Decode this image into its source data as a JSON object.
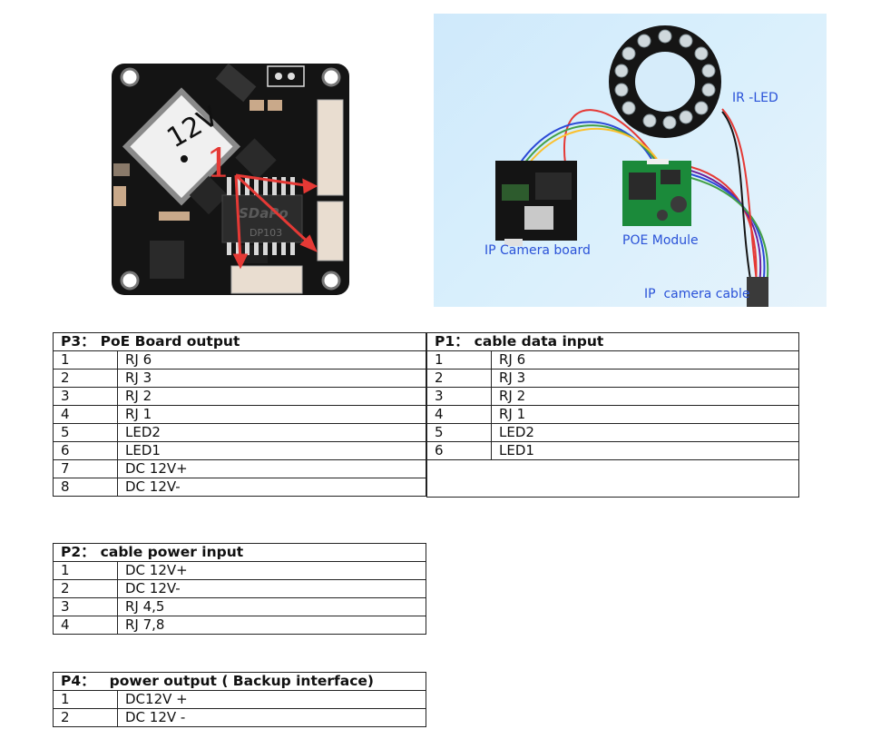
{
  "figures": {
    "pcb_photo": {
      "silkscreen_label": "12V",
      "annotation_marker": "1",
      "chip_brand": "SDaPo",
      "chip_model": "DP103",
      "annotation_color": "#e53935"
    },
    "assembly_photo": {
      "labels": {
        "ir_led": "IR -LED",
        "camera_board": "IP Camera board",
        "poe_module": "POE Module",
        "camera_cable": "IP  camera cable"
      },
      "label_color": "#2a52d8"
    }
  },
  "tables": {
    "p3": {
      "id": "P3",
      "title": "PoE Board output",
      "rows": [
        {
          "pin": "1",
          "signal": "RJ 6"
        },
        {
          "pin": "2",
          "signal": "RJ 3"
        },
        {
          "pin": "3",
          "signal": "RJ 2"
        },
        {
          "pin": "4",
          "signal": "RJ 1"
        },
        {
          "pin": "5",
          "signal": "LED2"
        },
        {
          "pin": "6",
          "signal": "LED1"
        },
        {
          "pin": "7",
          "signal": "DC 12V+"
        },
        {
          "pin": "8",
          "signal": "DC 12V-"
        }
      ]
    },
    "p1": {
      "id": "P1",
      "title": "cable data input",
      "rows": [
        {
          "pin": "1",
          "signal": "RJ 6"
        },
        {
          "pin": "2",
          "signal": "RJ 3"
        },
        {
          "pin": "3",
          "signal": "RJ 2"
        },
        {
          "pin": "4",
          "signal": "RJ 1"
        },
        {
          "pin": "5",
          "signal": "LED2"
        },
        {
          "pin": "6",
          "signal": "LED1"
        }
      ]
    },
    "p2": {
      "id": "P2",
      "title": "cable power input",
      "rows": [
        {
          "pin": "1",
          "signal": "DC 12V+"
        },
        {
          "pin": "2",
          "signal": "DC 12V-"
        },
        {
          "pin": "3",
          "signal": "RJ 4,5"
        },
        {
          "pin": "4",
          "signal": "RJ 7,8"
        }
      ]
    },
    "p4": {
      "id": "P4",
      "title": "power output ( Backup interface)",
      "rows": [
        {
          "pin": "1",
          "signal": "DC12V +"
        },
        {
          "pin": "2",
          "signal": "DC 12V -"
        }
      ]
    }
  }
}
